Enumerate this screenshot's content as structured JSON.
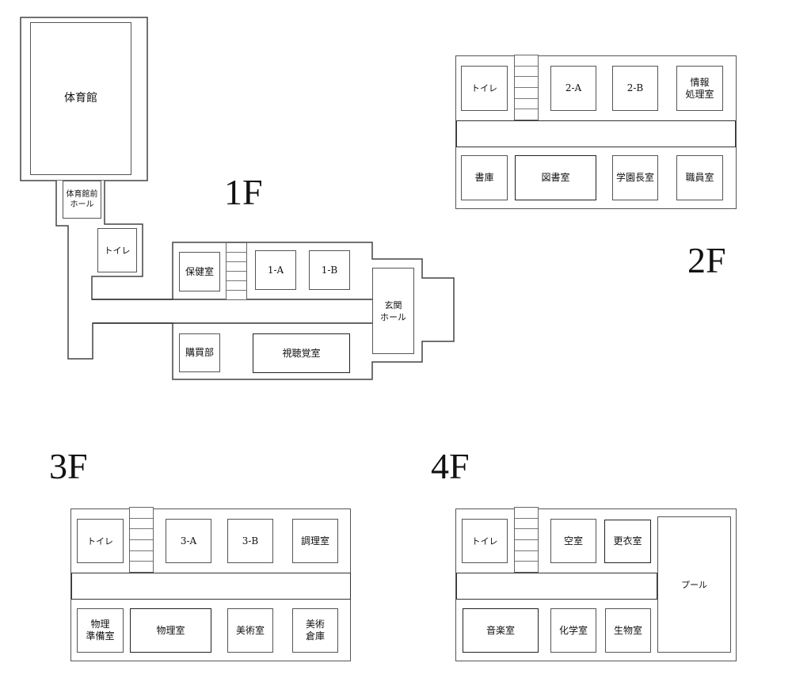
{
  "floors": {
    "f1": {
      "label": "1F",
      "rooms": {
        "gym": "体育館",
        "gym_hall": "体育館前\nホール",
        "toilet": "トイレ",
        "health": "保健室",
        "a": "1-A",
        "b": "1-B",
        "entrance": "玄関\nホール",
        "store": "購買部",
        "av": "視聴覚室"
      }
    },
    "f2": {
      "label": "2F",
      "rooms": {
        "toilet": "トイレ",
        "a": "2-A",
        "b": "2-B",
        "info": "情報\n処理室",
        "stack": "書庫",
        "library": "図書室",
        "principal": "学園長室",
        "staff": "職員室"
      }
    },
    "f3": {
      "label": "3F",
      "rooms": {
        "toilet": "トイレ",
        "a": "3-A",
        "b": "3-B",
        "cooking": "調理室",
        "physics_prep": "物理\n準備室",
        "physics": "物理室",
        "art": "美術室",
        "art_storage": "美術\n倉庫"
      }
    },
    "f4": {
      "label": "4F",
      "rooms": {
        "toilet": "トイレ",
        "vacant": "空室",
        "locker": "更衣室",
        "pool": "プール",
        "music": "音楽室",
        "chemistry": "化学室",
        "biology": "生物室"
      }
    }
  }
}
